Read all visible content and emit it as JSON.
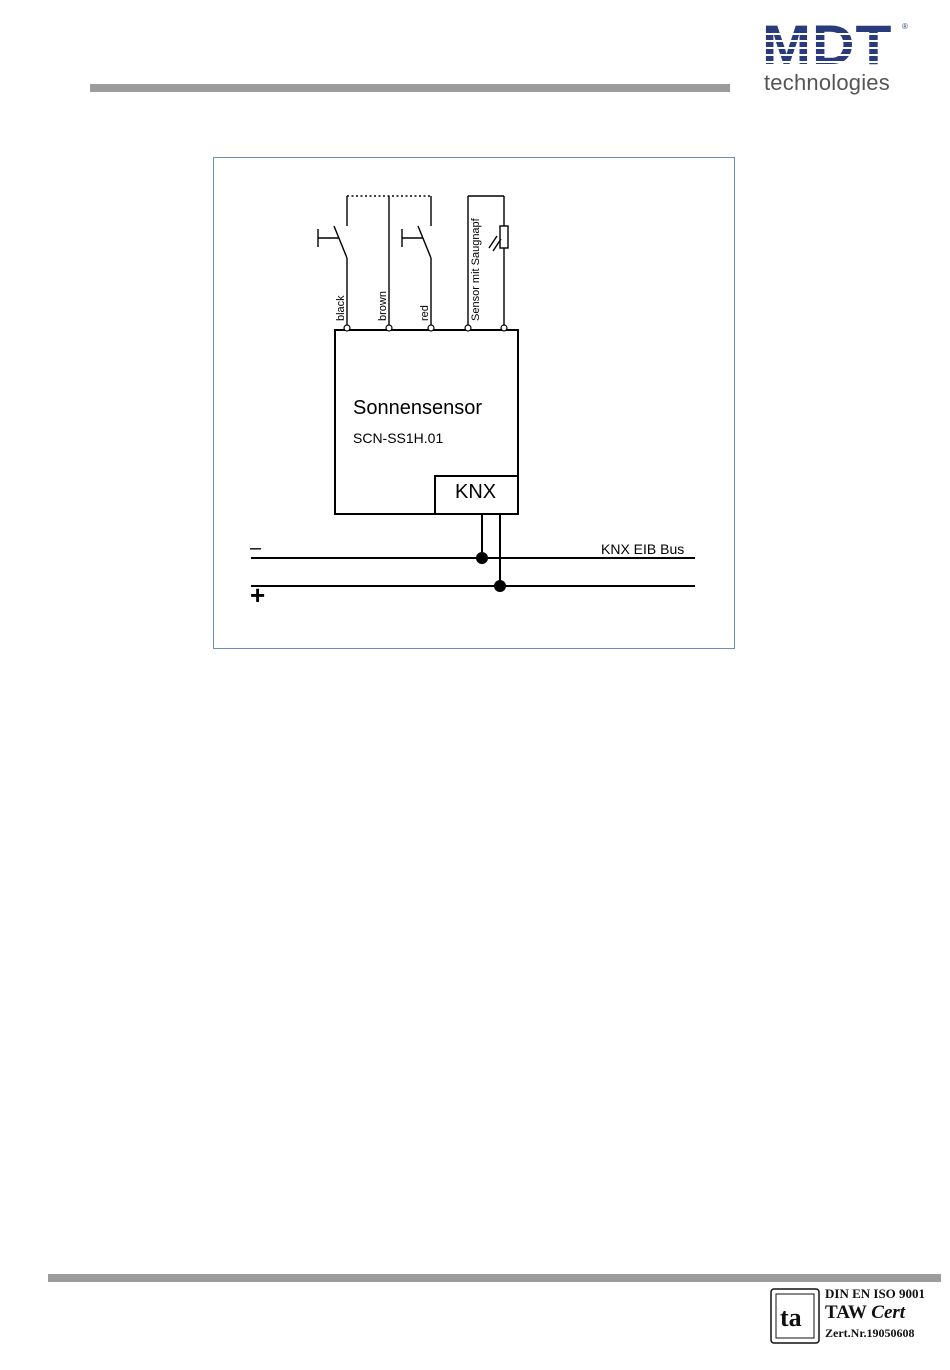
{
  "header": {
    "logo": {
      "mark": "MDT",
      "registered": "®",
      "tagline": "technologies"
    }
  },
  "diagram": {
    "wire_labels": [
      "black",
      "brown",
      "red",
      "Sensor mit Saugnapf"
    ],
    "device_name": "Sonnensensor",
    "device_model": "SCN-SS1H.01",
    "bus_box_label": "KNX",
    "bus_label": "KNX EIB Bus",
    "minus_symbol": "–",
    "plus_symbol": "+"
  },
  "footer": {
    "cert": {
      "line1": "DIN EN ISO 9001",
      "line2a": "TAW",
      "line2b": "Cert",
      "line3": "Zert.Nr.19050608",
      "logo_text": "ta"
    }
  },
  "colors": {
    "brand": "#2a3b7c",
    "rule": "#9c9c9c",
    "frame": "#6a8fbf"
  }
}
